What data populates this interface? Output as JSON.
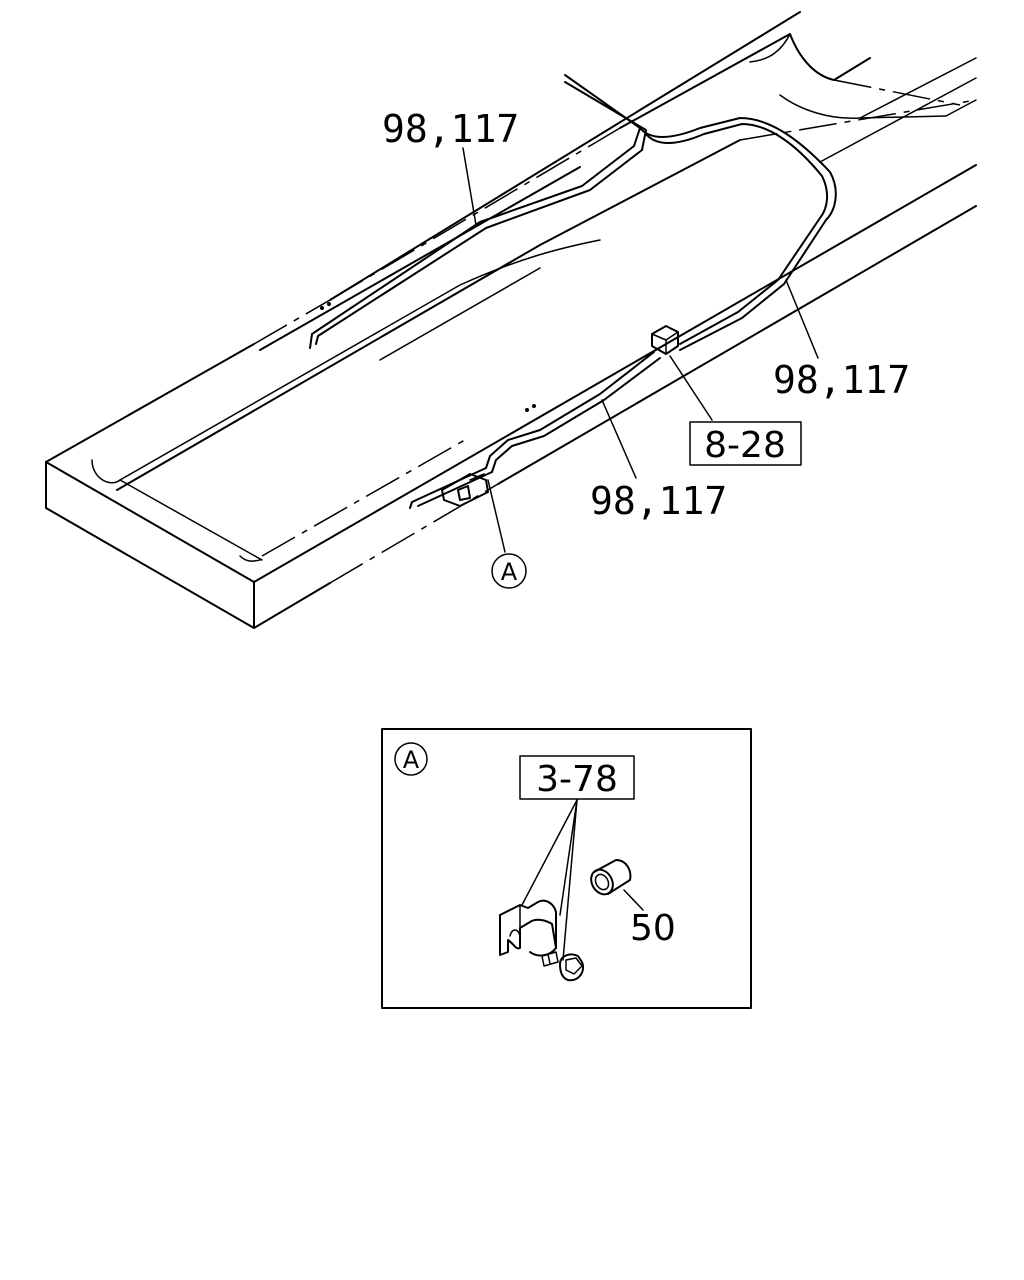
{
  "callouts": {
    "top_pipe": "98,117",
    "right_pipe": "98,117",
    "lower_pipe": "98,117",
    "ref_box_main": "8-28",
    "view_marker": "A"
  },
  "detail": {
    "view_marker": "A",
    "ref_box": "3-78",
    "part_number": "50"
  }
}
